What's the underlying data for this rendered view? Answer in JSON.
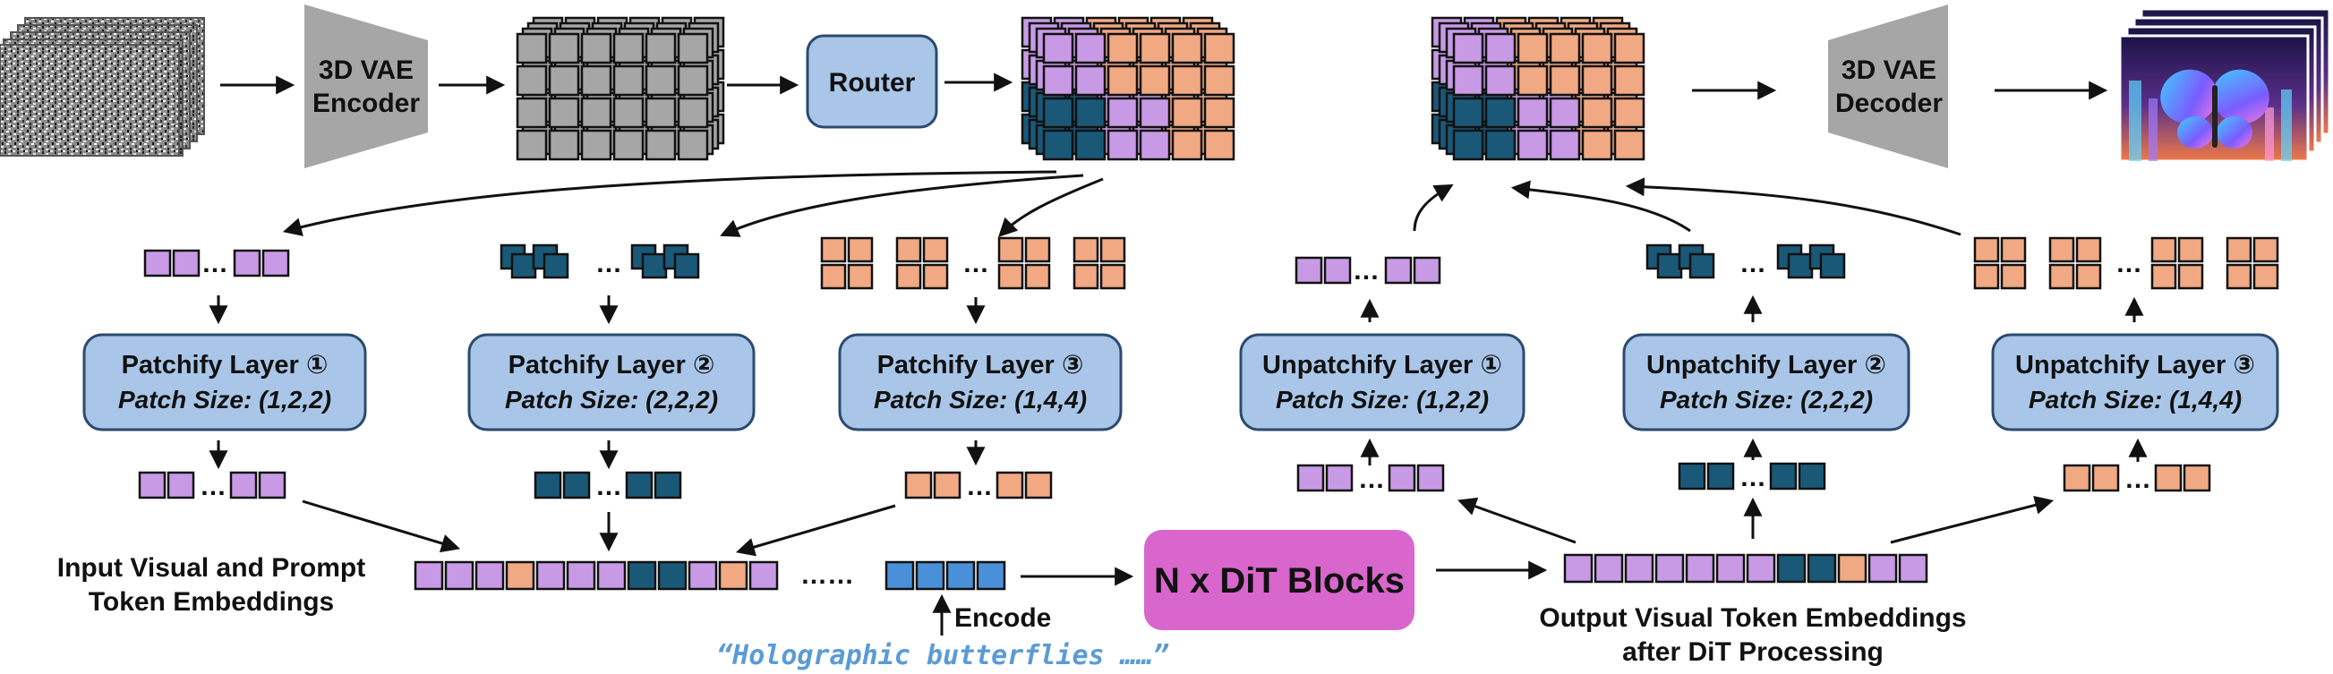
{
  "colors": {
    "purple": "#c89ae6",
    "navy": "#1a5878",
    "orange": "#f0a982",
    "blue": "#4a90d9",
    "gray": "#a6a6a6",
    "box_fill": "#a9c6e8",
    "box_stroke": "#2c4a6e",
    "dit_fill": "#d966cc",
    "prompt_text": "#5b9bd5"
  },
  "encoder": {
    "line1": "3D VAE",
    "line2": "Encoder"
  },
  "decoder": {
    "line1": "3D VAE",
    "line2": "Decoder"
  },
  "router": {
    "label": "Router"
  },
  "patchify": [
    {
      "title": "Patchify Layer ①",
      "size": "Patch Size: (1,2,2)"
    },
    {
      "title": "Patchify Layer ②",
      "size": "Patch Size: (2,2,2)"
    },
    {
      "title": "Patchify Layer ③",
      "size": "Patch Size: (1,4,4)"
    }
  ],
  "unpatchify": [
    {
      "title": "Unpatchify Layer ①",
      "size": "Patch Size: (1,2,2)"
    },
    {
      "title": "Unpatchify Layer ②",
      "size": "Patch Size: (2,2,2)"
    },
    {
      "title": "Unpatchify Layer ③",
      "size": "Patch Size: (1,4,4)"
    }
  ],
  "dit": {
    "label": "N x DiT Blocks"
  },
  "input_label": {
    "line1": "Input Visual and Prompt",
    "line2": "Token Embeddings"
  },
  "output_label": {
    "line1": "Output Visual Token Embeddings",
    "line2": "after DiT Processing"
  },
  "encode_label": "Encode",
  "prompt_text": "“Holographic butterflies ……”",
  "ellipsis": "…",
  "seq_ellipsis": "……",
  "input_sequence": [
    "purple",
    "purple",
    "purple",
    "orange",
    "purple",
    "purple",
    "purple",
    "navy",
    "navy",
    "purple",
    "orange",
    "purple"
  ],
  "output_sequence": [
    "purple",
    "purple",
    "purple",
    "purple",
    "purple",
    "purple",
    "purple",
    "navy",
    "navy",
    "orange",
    "purple",
    "purple"
  ]
}
